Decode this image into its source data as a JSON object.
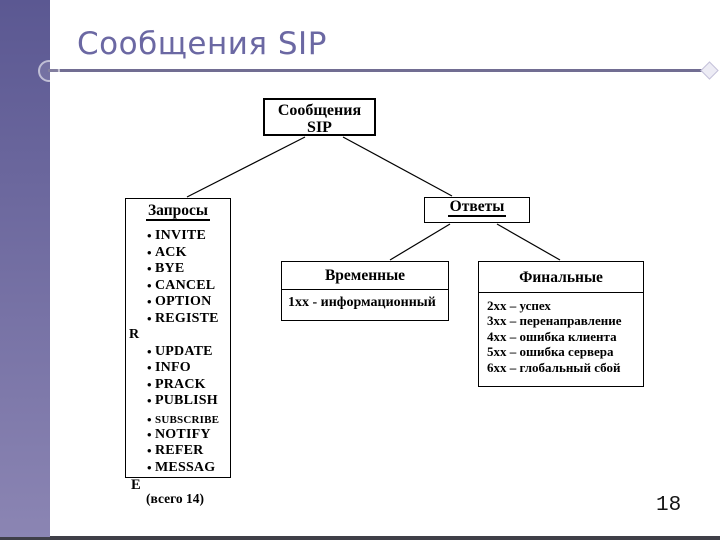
{
  "slide": {
    "title": "Сообщения SIP",
    "page_number": "18"
  },
  "diagram": {
    "root": {
      "line1": "Сообщения",
      "line2": "SIP"
    },
    "requests": {
      "header": "Запросы",
      "items": [
        {
          "label": "INVITE",
          "bullet": true
        },
        {
          "label": "ACK",
          "bullet": true
        },
        {
          "label": "BYE",
          "bullet": true
        },
        {
          "label": "CANCEL",
          "bullet": true
        },
        {
          "label": "OPTION",
          "bullet": true
        },
        {
          "label": "REGISTE",
          "bullet": true
        },
        {
          "label": "R",
          "bullet": false
        },
        {
          "label": "UPDATE",
          "bullet": true
        },
        {
          "label": "INFO",
          "bullet": true
        },
        {
          "label": "PRACK",
          "bullet": true
        },
        {
          "label": "PUBLISH",
          "bullet": true
        },
        {
          "label": "SUBSCRIBE",
          "bullet": true,
          "small": true
        },
        {
          "label": "NOTIFY",
          "bullet": true
        },
        {
          "label": "REFER",
          "bullet": true
        },
        {
          "label": "MESSAG",
          "bullet": true
        }
      ],
      "overflow_text": "E",
      "total_note": "(всего 14)"
    },
    "responses": {
      "header": "Ответы",
      "temporary": {
        "header": "Временные",
        "lines": [
          "1xx - информационный"
        ]
      },
      "final": {
        "header": "Финальные",
        "lines": [
          "2xx – успех",
          "3xx – перенаправление",
          "4xx – ошибка клиента",
          "5xx – ошибка сервера",
          "6xx – глобальный сбой"
        ]
      }
    }
  },
  "colors": {
    "sidebar_top": "#5b5892",
    "sidebar_bottom": "#8b85b3",
    "title_color": "#6b68a3",
    "rule_color": "#716d92",
    "bottom_bar": "#3f3f48"
  }
}
